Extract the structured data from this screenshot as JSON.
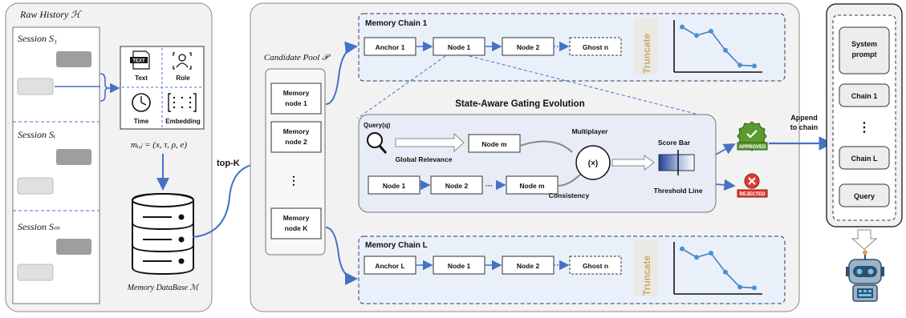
{
  "raw_history": {
    "title": "Raw History ℋ",
    "sessions": [
      "Session S₁",
      "Session Sᵢ",
      "Session Sₘ"
    ],
    "modalities": [
      "Text",
      "Role",
      "Time",
      "Embedding"
    ],
    "text_icon_label": "TEXT",
    "formula": "mᵢ,ⱼ = (x, τ, ρ, e)",
    "database_label": "Memory DataBase ℳ"
  },
  "top_k_label": "top-K",
  "candidate_pool": {
    "title": "Candidate Pool 𝒫",
    "nodes": [
      "Memory node 1",
      "Memory node 2",
      "Memory node K"
    ],
    "ellipsis": "⋮"
  },
  "chain_top": {
    "title": "Memory Chain 1",
    "nodes": [
      "Anchor 1",
      "Node 1",
      "Node 2"
    ],
    "ghost": "Ghost n",
    "truncate": "Truncate"
  },
  "chain_bottom": {
    "title": "Memory Chain L",
    "nodes": [
      "Anchor L",
      "Node 1",
      "Node 2"
    ],
    "ghost": "Ghost n",
    "truncate": "Truncate"
  },
  "gating": {
    "title": "State-Aware Gating Evolution",
    "query": "Query(q)",
    "global_relevance": "Global Relevance",
    "node_m": "Node m",
    "multiplayer": "Multiplayer",
    "multiply_symbol": "(×)",
    "score_bar": "Score Bar",
    "threshold_line": "Threshold Line",
    "consistency": "Consistency",
    "row_nodes": [
      "Node 1",
      "Node 2",
      "Node m"
    ],
    "dots": "···"
  },
  "badges": {
    "approved": "APPROVED",
    "rejected": "REJECTED"
  },
  "append_label": [
    "Append",
    "to chain"
  ],
  "prompt": {
    "items": [
      "System prompt",
      "Chain 1",
      "Chain L",
      "Query"
    ],
    "ellipsis": "⋮"
  },
  "colors": {
    "accent": "#4472c4",
    "panel_bg": "#f2f2f2",
    "gating_bg": "#e7ecf7",
    "chain_bg": "#eaf0fa",
    "approved": "#5a9a2f",
    "rejected": "#e03c31"
  },
  "trend_chart": {
    "values": [
      0.95,
      0.75,
      0.85,
      0.4,
      0.05,
      0.03
    ]
  }
}
